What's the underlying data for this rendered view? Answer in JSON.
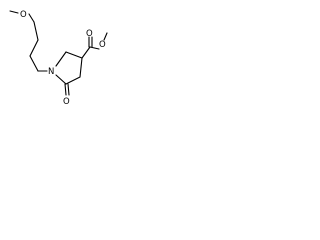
{
  "molecule": {
    "atoms": {
      "o_methoxy": "O",
      "n_ring": "N",
      "o_ester_carbonyl": "O",
      "o_ester": "O",
      "o_lactam": "O"
    }
  },
  "colors": {
    "bond": "#000000",
    "background": "#ffffff"
  }
}
